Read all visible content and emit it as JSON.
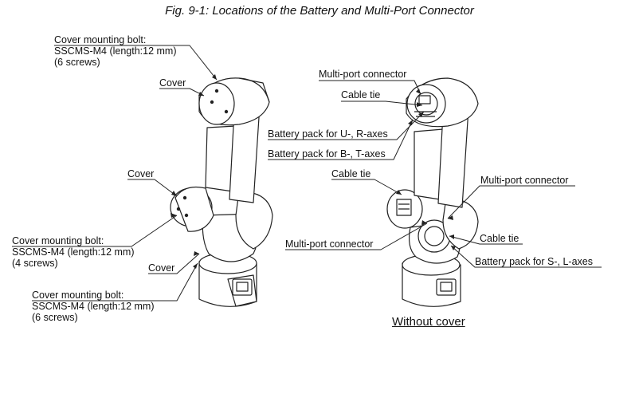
{
  "figure": {
    "title": "Fig. 9-1: Locations of the Battery and Multi-Port Connector"
  },
  "left_robot": {
    "bolt_top": [
      "Cover mounting bolt:",
      "SSCMS-M4 (length:12 mm)",
      "(6 screws)"
    ],
    "cover_top": "Cover",
    "cover_middle": "Cover",
    "bolt_middle": [
      "Cover mounting bolt:",
      "SSCMS-M4 (length:12 mm)",
      "(4 screws)"
    ],
    "cover_bottom": "Cover",
    "bolt_bottom": [
      "Cover mounting bolt:",
      "SSCMS-M4 (length:12 mm)",
      "(6 screws)"
    ]
  },
  "right_robot": {
    "multiport_top": "Multi-port connector",
    "cable_tie_top": "Cable tie",
    "battery_ur": "Battery pack for U-, R-axes",
    "battery_bt": "Battery pack for B-, T-axes",
    "cable_tie_mid": "Cable tie",
    "multiport_right": "Multi-port connector",
    "multiport_left": "Multi-port connector",
    "cable_tie_right": "Cable tie",
    "battery_sl": "Battery pack for S-, L-axes",
    "caption": "Without cover"
  }
}
